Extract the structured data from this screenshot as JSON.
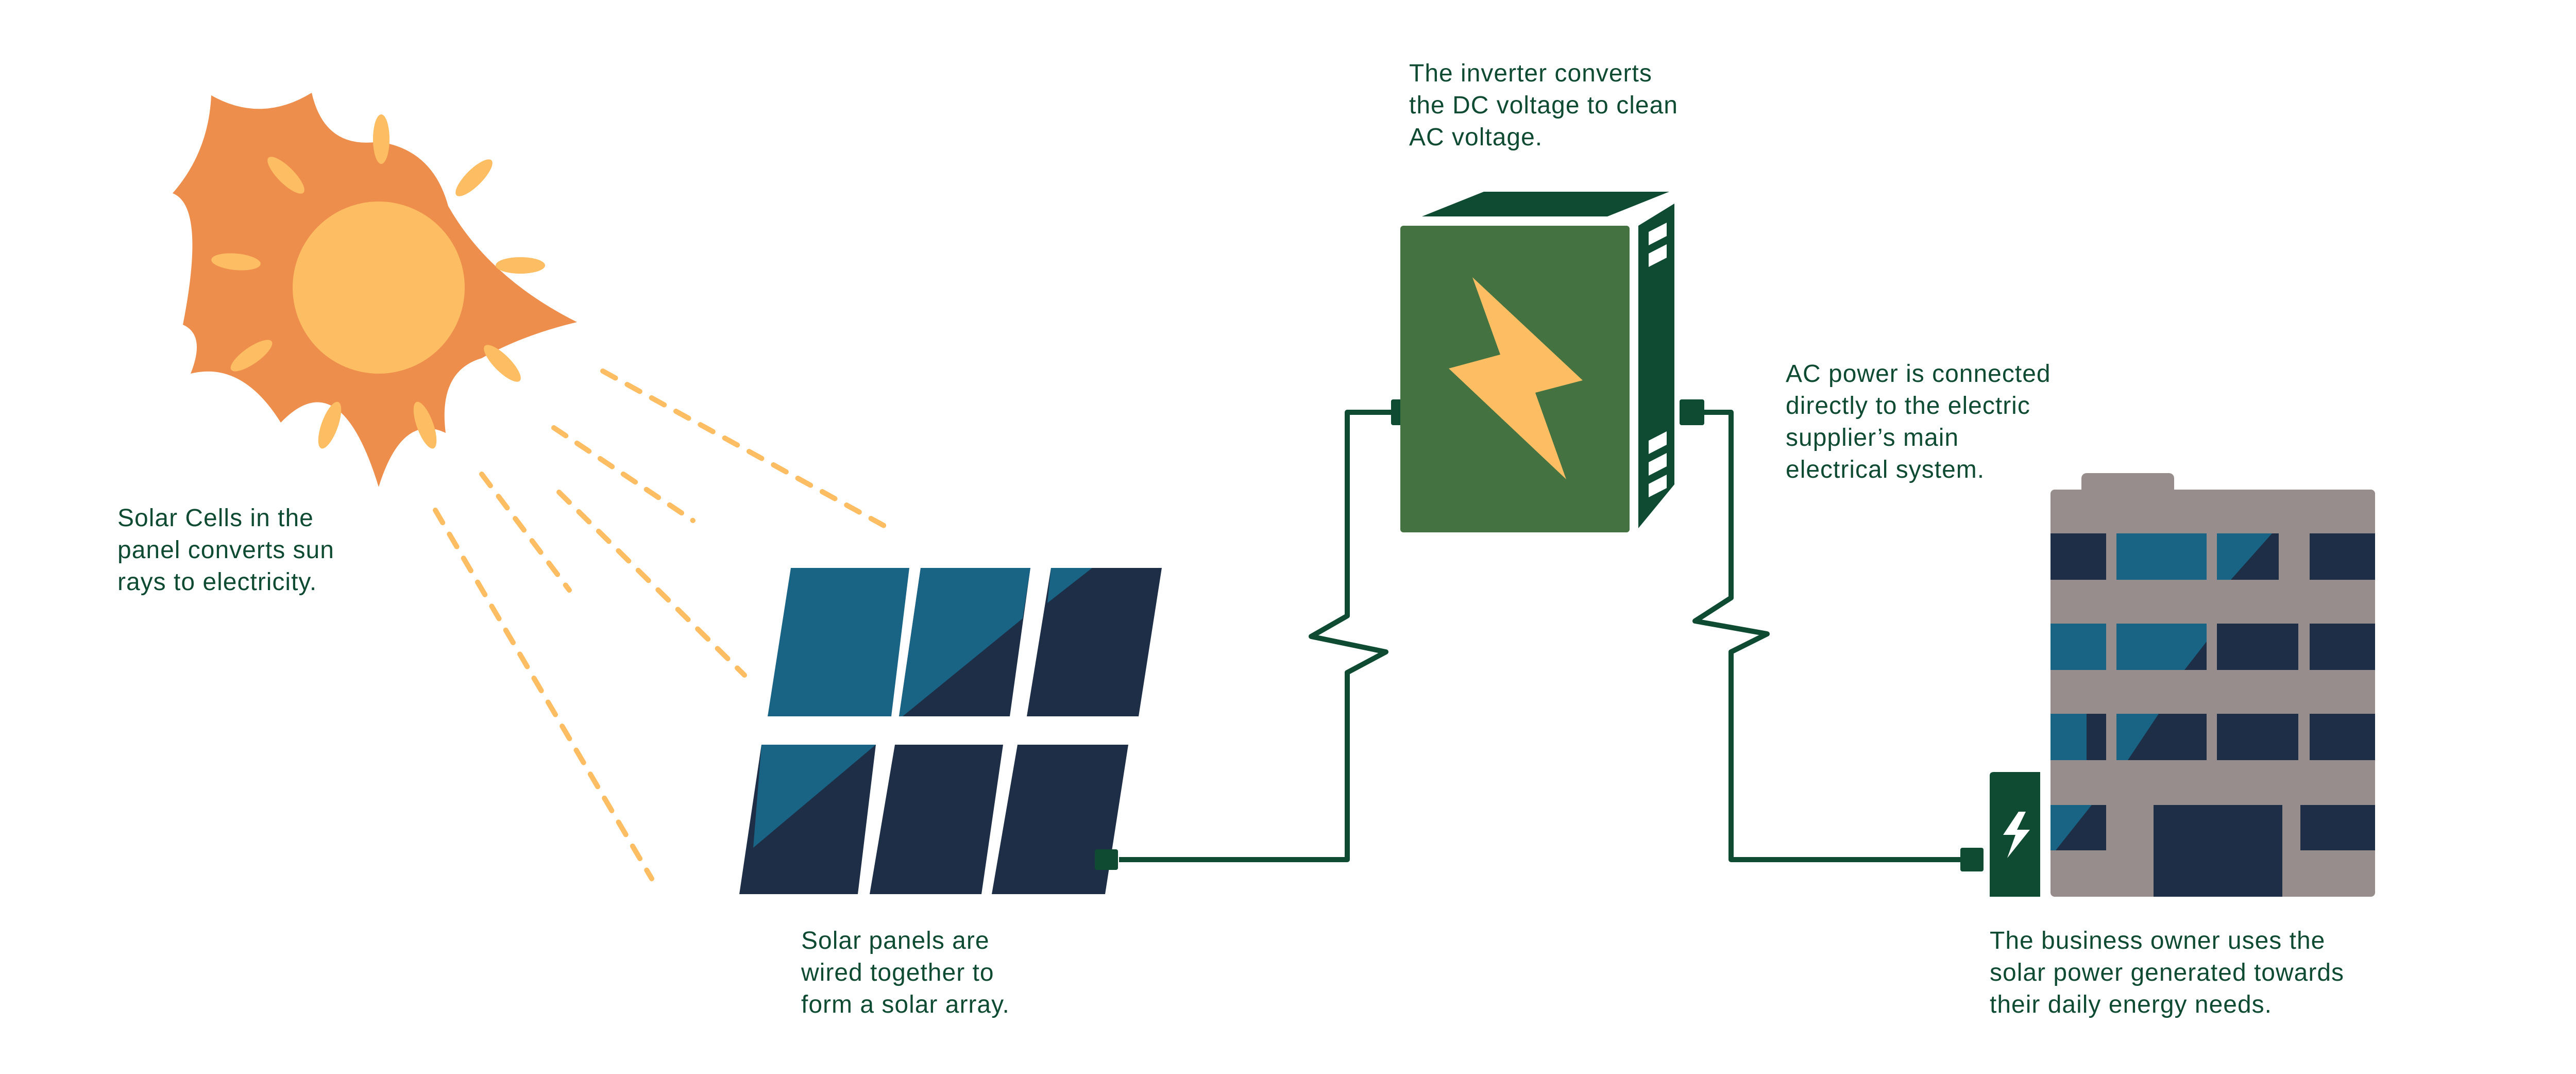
{
  "colors": {
    "text": "#0e4b32",
    "wire": "#0e4b32",
    "connector": "#0e4b32",
    "sun_rays": "#ee8e4c",
    "sun_core": "#fcbd63",
    "flare": "#fcbd63",
    "panel_dark": "#1d2e46",
    "panel_light": "#196384",
    "inverter_front": "#447341",
    "inverter_side": "#0e4b32",
    "bolt": "#fcbd63",
    "building": "#978d8c",
    "charger": "#0e4b32",
    "charger_bolt": "#ffffff"
  },
  "icons": {
    "sun": "sun-icon",
    "solar_panel": "solar-panel-icon",
    "inverter": "inverter-icon",
    "lightning": "lightning-bolt-icon",
    "building": "office-building-icon",
    "charger": "charger-icon"
  },
  "labels": {
    "sun": [
      "Solar Cells in the",
      "panel converts sun",
      "rays to electricity."
    ],
    "panels": [
      "Solar panels are",
      "wired together to",
      "form a solar array."
    ],
    "inverter": [
      "The inverter converts",
      "the DC voltage to clean",
      "AC voltage."
    ],
    "ac": [
      "AC power is connected",
      "directly to the electric",
      "supplier’s main",
      "electrical system."
    ],
    "business": [
      "The business owner uses the",
      "solar power generated towards",
      "their daily energy needs."
    ]
  }
}
